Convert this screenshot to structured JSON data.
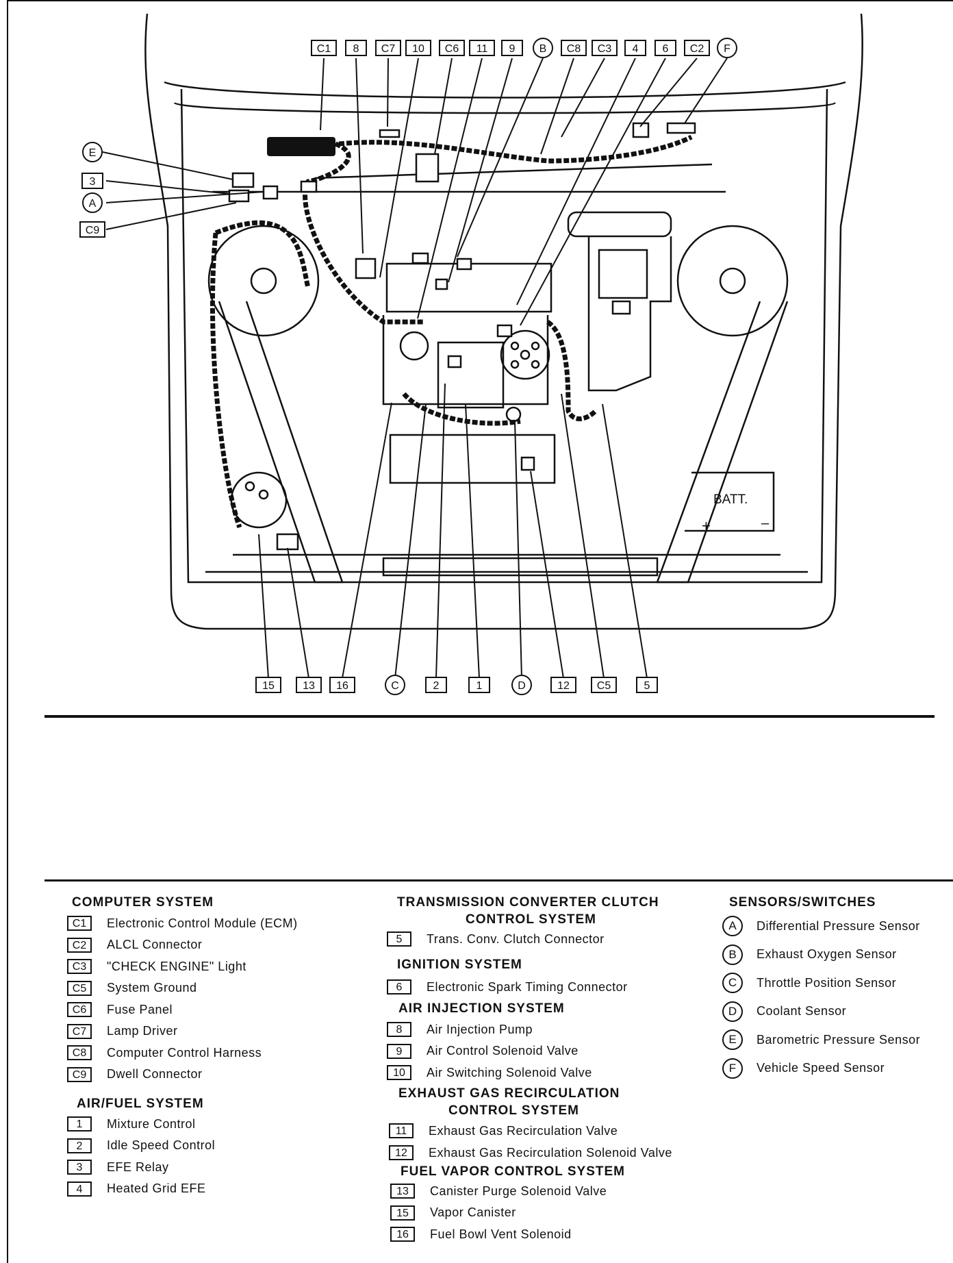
{
  "callouts_top": [
    "C1",
    "8",
    "C7",
    "10",
    "C6",
    "11",
    "9",
    "B",
    "C8",
    "C3",
    "4",
    "6",
    "C2",
    "F"
  ],
  "callouts_left": [
    "E",
    "3",
    "A",
    "C9"
  ],
  "callouts_bottom": [
    "15",
    "13",
    "16",
    "C",
    "2",
    "1",
    "D",
    "12",
    "C5",
    "5"
  ],
  "battery_label": "BATT.",
  "battery_plus": "+",
  "battery_minus": "–",
  "legend": {
    "computer": {
      "title": "COMPUTER SYSTEM",
      "items": [
        {
          "code": "C1",
          "label": "Electronic Control Module (ECM)"
        },
        {
          "code": "C2",
          "label": "ALCL Connector"
        },
        {
          "code": "C3",
          "label": "\"CHECK ENGINE\" Light"
        },
        {
          "code": "C5",
          "label": "System Ground"
        },
        {
          "code": "C6",
          "label": "Fuse Panel"
        },
        {
          "code": "C7",
          "label": "Lamp Driver"
        },
        {
          "code": "C8",
          "label": "Computer Control Harness"
        },
        {
          "code": "C9",
          "label": "Dwell Connector"
        }
      ]
    },
    "airfuel": {
      "title": "AIR/FUEL SYSTEM",
      "items": [
        {
          "code": "1",
          "label": "Mixture Control"
        },
        {
          "code": "2",
          "label": "Idle Speed Control"
        },
        {
          "code": "3",
          "label": "EFE Relay"
        },
        {
          "code": "4",
          "label": "Heated Grid EFE"
        }
      ]
    },
    "tcc": {
      "title1": "TRANSMISSION CONVERTER CLUTCH",
      "title2": "CONTROL SYSTEM",
      "items": [
        {
          "code": "5",
          "label": "Trans. Conv. Clutch Connector"
        }
      ]
    },
    "ignition": {
      "title": "IGNITION SYSTEM",
      "items": [
        {
          "code": "6",
          "label": "Electronic Spark Timing Connector"
        }
      ]
    },
    "air": {
      "title": "AIR INJECTION SYSTEM",
      "items": [
        {
          "code": "8",
          "label": "Air Injection Pump"
        },
        {
          "code": "9",
          "label": "Air Control Solenoid Valve"
        },
        {
          "code": "10",
          "label": "Air Switching Solenoid Valve"
        }
      ]
    },
    "egr": {
      "title1": "EXHAUST GAS RECIRCULATION",
      "title2": "CONTROL SYSTEM",
      "items": [
        {
          "code": "11",
          "label": "Exhaust Gas Recirculation Valve"
        },
        {
          "code": "12",
          "label": "Exhaust Gas Recirculation Solenoid Valve"
        }
      ]
    },
    "vapor": {
      "title": "FUEL VAPOR CONTROL SYSTEM",
      "items": [
        {
          "code": "13",
          "label": "Canister Purge Solenoid Valve"
        },
        {
          "code": "15",
          "label": "Vapor Canister"
        },
        {
          "code": "16",
          "label": "Fuel Bowl Vent Solenoid"
        }
      ]
    },
    "sensors": {
      "title": "SENSORS/SWITCHES",
      "items": [
        {
          "code": "A",
          "label": "Differential Pressure Sensor"
        },
        {
          "code": "B",
          "label": "Exhaust Oxygen Sensor"
        },
        {
          "code": "C",
          "label": "Throttle Position Sensor"
        },
        {
          "code": "D",
          "label": "Coolant Sensor"
        },
        {
          "code": "E",
          "label": "Barometric Pressure Sensor"
        },
        {
          "code": "F",
          "label": "Vehicle Speed Sensor"
        }
      ]
    }
  }
}
